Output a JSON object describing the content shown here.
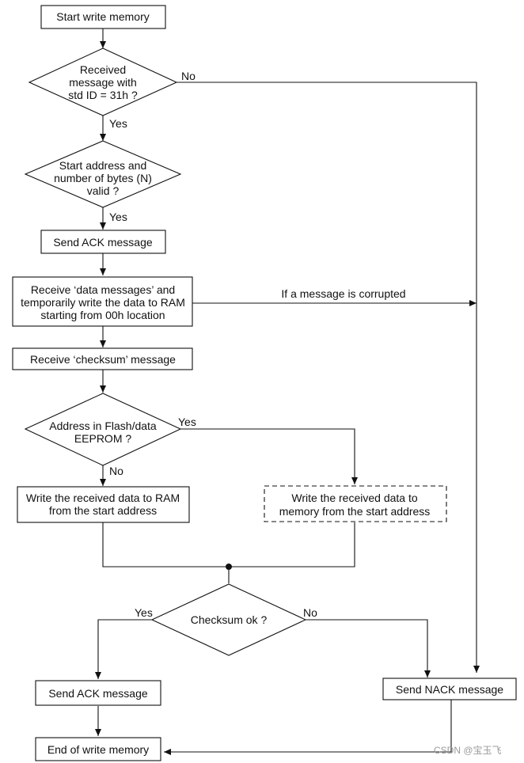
{
  "nodes": {
    "start": "Start write memory",
    "received_q": [
      "Received",
      "message with",
      "std ID = 31h ?"
    ],
    "addr_valid_q": [
      "Start address and",
      "number of bytes (N)",
      "valid ?"
    ],
    "send_ack_1": "Send ACK message",
    "receive_data": [
      "Receive ‘data messages’ and",
      "temporarily write the data to RAM",
      "starting from 00h location"
    ],
    "receive_checksum": "Receive ‘checksum’ message",
    "addr_flash_q": [
      "Address in Flash/data",
      "EEPROM ?"
    ],
    "write_ram": [
      "Write the received data to RAM",
      "from the start address"
    ],
    "write_memory": [
      "Write the received data to",
      "memory from the start address"
    ],
    "checksum_q": "Checksum ok ?",
    "send_ack_2": "Send ACK message",
    "send_nack": "Send NACK message",
    "end": "End of write memory"
  },
  "edge_labels": {
    "no_1": "No",
    "yes_1": "Yes",
    "yes_2": "Yes",
    "corrupted": "If a message is corrupted",
    "yes_3": "Yes",
    "no_3": "No",
    "yes_4": "Yes",
    "no_4": "No"
  },
  "watermark": "CSDN @宝玉飞"
}
